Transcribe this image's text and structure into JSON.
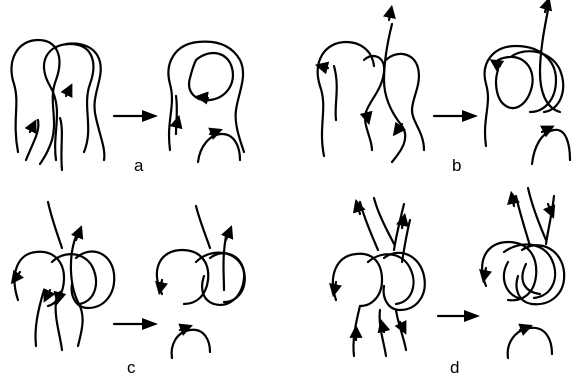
{
  "panels": [
    {
      "label": "a"
    },
    {
      "label": "b"
    },
    {
      "label": "c"
    },
    {
      "label": "d"
    }
  ],
  "colors": {
    "ink": "#000000",
    "background": "#ffffff"
  },
  "icons": {
    "transition": "right-arrow-icon",
    "direction": "direction-arrowhead-icon"
  }
}
